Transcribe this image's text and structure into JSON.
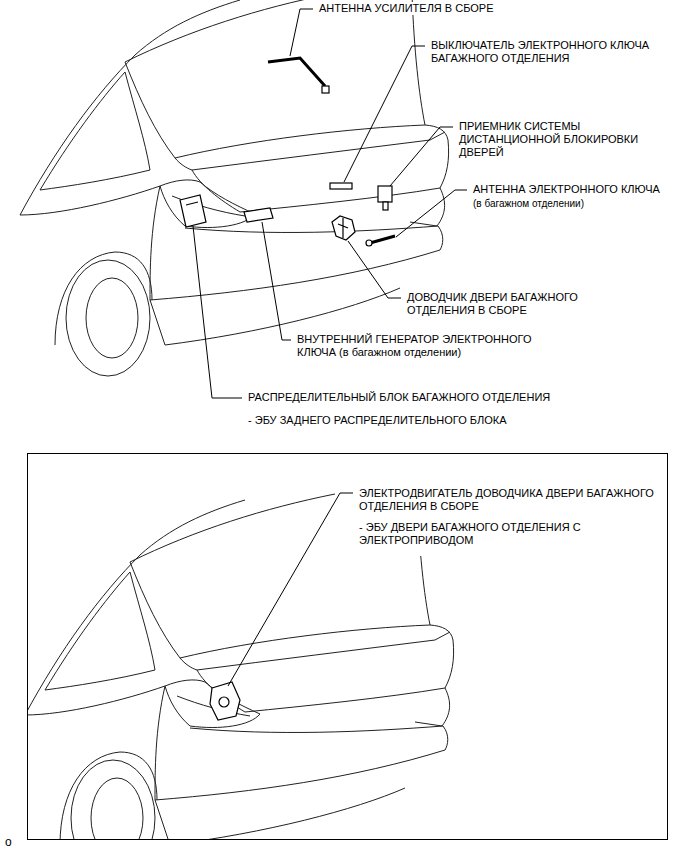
{
  "diagram": {
    "nodes": [
      {
        "text": [
          "ЭЛЕКТРОДВИГАТЕЛЬ ДОВОДЧИКА ДВЕРИ БАГАЖНОГО ОТДЕЛЕНИЯ В СБОРЕ",
          "- ЭБУ ДВЕРИ БАГАЖНОГО ОТДЕЛЕНИЯ С ЭЛЕКТРОПРИВОДОМ"
        ]
      }
    ],
    "labels": [
      "АНТЕННА УСИЛИТЕЛЯ В СБОРЕ",
      "ВЫКЛЮЧАТЕЛЬ ЭЛЕКТРОННОГО КЛЮЧА БАГАЖНОГО ОТДЕЛЕНИЯ",
      "ПРИЕМНИК СИСТЕМЫ ДИСТАНЦИОННОЙ БЛОКИРОВКИ ДВЕРЕЙ",
      "АНТЕННА ЭЛЕКТРОННОГО КЛЮЧА",
      "(в багажном отделении)",
      "ДОВОДЧИК ДВЕРИ БАГАЖНОГО ОТДЕЛЕНИЯ В СБОРЕ",
      "ВНУТРЕННИЙ ГЕНЕРАТОР ЭЛЕКТРОННОГО КЛЮЧА (в багажном отделении)",
      "РАСПРЕДЕЛИТЕЛЬНЫЙ БЛОК БАГАЖНОГО ОТДЕЛЕНИЯ",
      "- ЭБУ ЗАДНЕГО РАСПРЕДЕЛИТЕЛЬНОГО БЛОКА",
      "o"
    ]
  }
}
